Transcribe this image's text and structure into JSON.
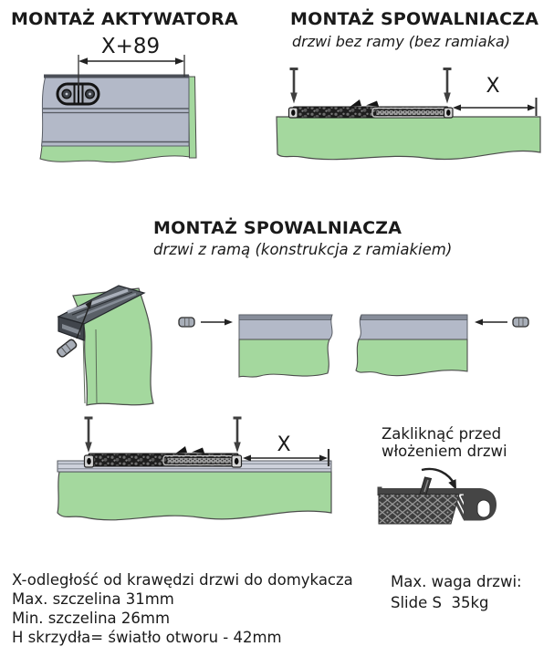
{
  "activator_section": {
    "title": "MONTAŻ AKTYWATORA",
    "dimension_label": "X+89"
  },
  "frameless_section": {
    "title": "MONTAŻ SPOWALNIACZA",
    "subtitle": "drzwi bez ramy (bez ramiaka)",
    "dimension_label": "X"
  },
  "framed_section": {
    "title": "MONTAŻ SPOWALNIACZA",
    "subtitle": "drzwi z ramą (konstrukcja z ramiakiem)",
    "dimension_label": "X",
    "callout_line1": "Zakliknąć przed",
    "callout_line2": "włożeniem drzwi"
  },
  "notes": {
    "x_definition": "X-odległość od krawędzi drzwi do domykacza",
    "max_gap": "Max. szczelina 31mm",
    "min_gap": "Min. szczelina 26mm",
    "height_formula": "H skrzydła= światło otworu - 42mm"
  },
  "weight_note": {
    "label": "Max. waga drzwi:",
    "value": "Slide S  35kg"
  },
  "colors": {
    "door_green": "#a4d89e",
    "rail_gray": "#b3b9c8",
    "hardware_dark": "#1e1e1e",
    "mechanism_gray": "#454545"
  }
}
